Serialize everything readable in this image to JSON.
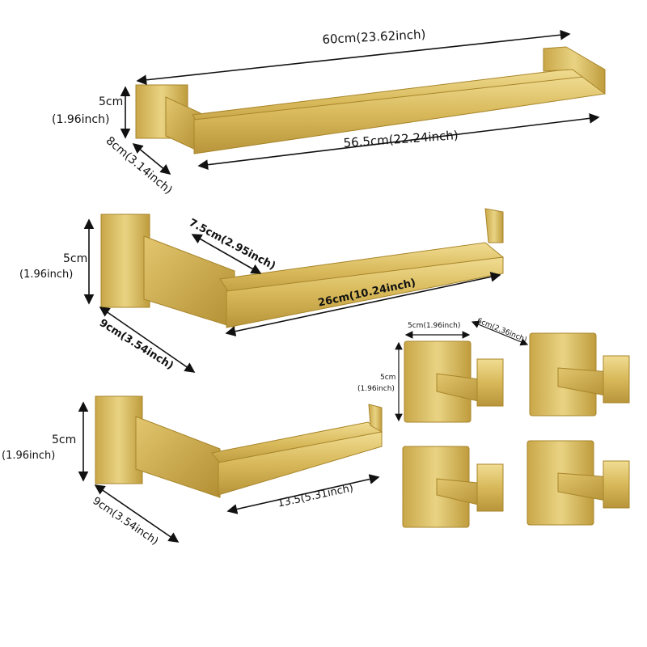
{
  "product": {
    "colors": {
      "gold_light": "#e8d07e",
      "gold_mid": "#cfae4d",
      "gold_dark": "#a8852a",
      "arrow": "#111111"
    }
  },
  "towel_bar": {
    "length_top": "60cm(23.62inch)",
    "height_cm": "5cm",
    "height_in": "(1.96inch)",
    "depth": "8cm(3.14inch)",
    "length_bottom": "56.5cm(22.24inch)"
  },
  "towel_ring": {
    "height_cm": "5cm",
    "height_in": "(1.96inch)",
    "depth": "9cm(3.54inch)",
    "arm": "7.5cm(2.95inch)",
    "length": "26cm(10.24inch)"
  },
  "paper_holder": {
    "height_cm": "5cm",
    "height_in": "(1.96inch)",
    "depth": "9cm(3.54inch)",
    "length": "13.5(5.31inch)"
  },
  "hooks": {
    "width": "5cm(1.96inch)",
    "depth": "6cm(2.36inch)",
    "height_cm": "5cm",
    "height_in": "(1.96inch)"
  }
}
